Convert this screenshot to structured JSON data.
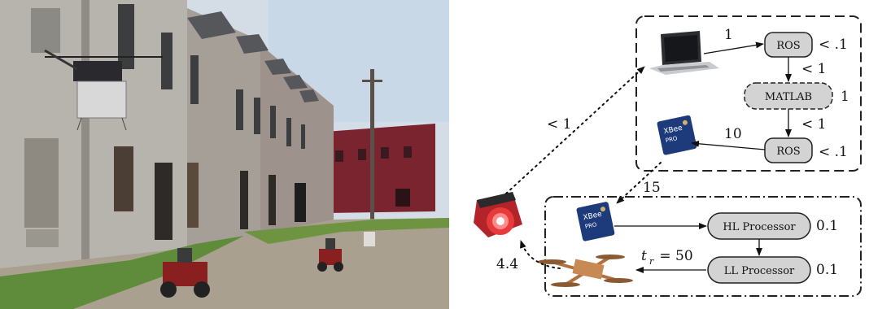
{
  "diagram": {
    "nodes": {
      "ros_top": "ROS",
      "matlab": "MATLAB",
      "ros_bottom": "ROS",
      "hl_processor": "HL Processor",
      "ll_processor": "LL Processor"
    },
    "latencies": {
      "laptop_to_ros": "1",
      "ros_top_side": "< .1",
      "ros_to_matlab": "< 1",
      "matlab_side": "1",
      "matlab_to_ros": "< 1",
      "ros_bottom_side": "< .1",
      "ros_to_xbee": "10",
      "camera_to_laptop": "< 1",
      "xbee_link": "15",
      "hl_side": "0.1",
      "ll_side": "0.1",
      "drone_to_camera": "4.4"
    },
    "tr_label": "t",
    "tr_subscript": "r",
    "tr_value": " = 50",
    "xbee_text": "XBee",
    "xbee_pro": "PRO"
  }
}
